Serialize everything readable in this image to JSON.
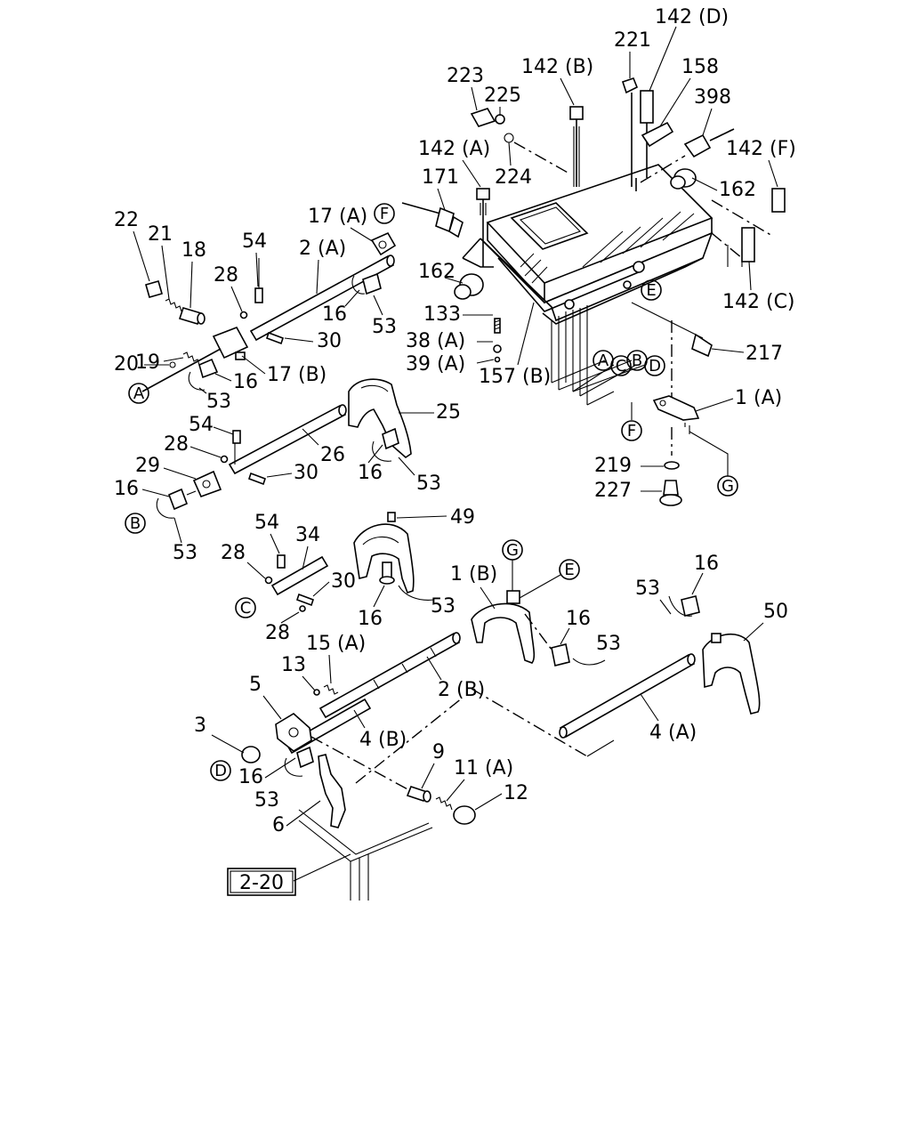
{
  "reference_box": "2-20",
  "circle_refs": [
    "A",
    "B",
    "C",
    "D",
    "E",
    "F",
    "G"
  ],
  "labels": {
    "l142D": "142 (D)",
    "l221": "221",
    "l158": "158",
    "l398": "398",
    "l142B": "142 (B)",
    "l223": "223",
    "l225": "225",
    "l224": "224",
    "l142A": "142 (A)",
    "l171": "171",
    "l142F": "142 (F)",
    "l162a": "162",
    "l162b": "162",
    "l142C": "142 (C)",
    "l133": "133",
    "l38A": "38 (A)",
    "l39A": "39 (A)",
    "l157B": "157 (B)",
    "l217": "217",
    "l1A": "1 (A)",
    "l219": "219",
    "l227": "227",
    "l22": "22",
    "l21": "21",
    "l18": "18",
    "l54a": "54",
    "l17A": "17 (A)",
    "l2A": "2 (A)",
    "l28a": "28",
    "l16a": "16",
    "l53a": "53",
    "l30a": "30",
    "l19": "19",
    "l20": "20",
    "l17B": "17 (B)",
    "l16b": "16",
    "l53b": "53",
    "l54b": "54",
    "l28b": "28",
    "l26": "26",
    "l25": "25",
    "l29": "29",
    "l30b": "30",
    "l16c": "16",
    "l53c": "53",
    "l16d": "16",
    "l53d": "53",
    "l54c": "54",
    "l34": "34",
    "l49": "49",
    "l28c": "28",
    "l30c": "30",
    "l16e": "16",
    "l53e": "53",
    "l28d": "28",
    "l1B": "1 (B)",
    "l16f": "16",
    "l53f": "53",
    "l16g": "16",
    "l53g": "53",
    "l50": "50",
    "l15A": "15 (A)",
    "l13": "13",
    "l5": "5",
    "l2B": "2 (B)",
    "l4A": "4 (A)",
    "l3": "3",
    "l4B": "4 (B)",
    "l16h": "16",
    "l53h": "53",
    "l9": "9",
    "l11A": "11 (A)",
    "l12": "12",
    "l6": "6"
  }
}
